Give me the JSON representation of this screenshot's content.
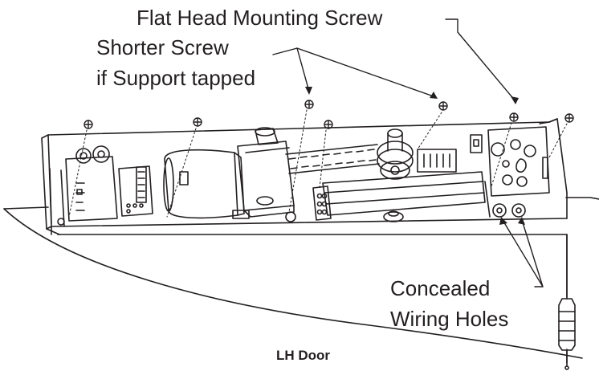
{
  "labels": {
    "flat_head": "Flat Head Mounting Screw",
    "shorter_line1": "Shorter Screw",
    "shorter_line2": "if Support tapped",
    "concealed_line1": "Concealed",
    "concealed_line2": "Wiring Holes",
    "door": "LH Door"
  },
  "colors": {
    "ink": "#231f20",
    "background": "#ffffff"
  }
}
